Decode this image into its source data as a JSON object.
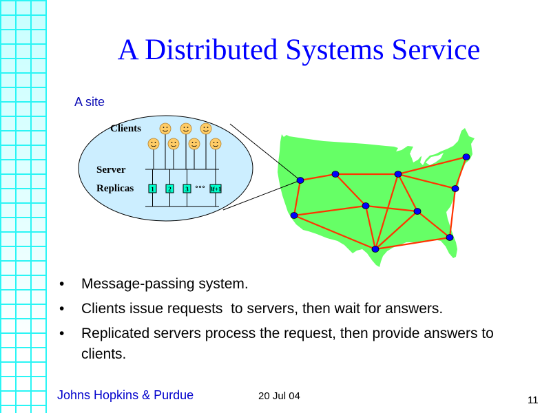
{
  "slide": {
    "title": "A Distributed Systems Service",
    "page_number": "11"
  },
  "diagram": {
    "site_label": "A site",
    "clients_label": "Clients",
    "server_label": "Server",
    "replicas_label": "Replicas",
    "replicas": [
      "1",
      "2",
      "3",
      "3f+1"
    ],
    "ellipsis": "°°°",
    "client_count": 7,
    "icons": {
      "client": "smiley-face-icon",
      "replica": "server-replica-box-icon",
      "node": "network-node-icon",
      "map": "us-map-icon"
    },
    "colors": {
      "site_fill": "#cceeff",
      "face_fill": "#ffcc66",
      "replica_fill": "#00ffcc",
      "map_fill": "#66ff66",
      "link": "#ff3300",
      "node": "#0000ff",
      "title": "#0000ff"
    },
    "network": {
      "nodes": [
        "A",
        "B",
        "C",
        "D",
        "E",
        "F",
        "G",
        "H",
        "I",
        "J"
      ],
      "links": [
        [
          "A",
          "B"
        ],
        [
          "B",
          "C"
        ],
        [
          "C",
          "D"
        ],
        [
          "C",
          "E"
        ],
        [
          "D",
          "E"
        ],
        [
          "A",
          "H"
        ],
        [
          "B",
          "F"
        ],
        [
          "F",
          "H"
        ],
        [
          "F",
          "G"
        ],
        [
          "F",
          "I"
        ],
        [
          "H",
          "I"
        ],
        [
          "C",
          "I"
        ],
        [
          "C",
          "G"
        ],
        [
          "G",
          "I"
        ],
        [
          "G",
          "J"
        ],
        [
          "E",
          "J"
        ],
        [
          "I",
          "J"
        ]
      ]
    }
  },
  "bullets": [
    "Message-passing system.",
    "Clients issue requests  to servers, then wait for answers.",
    "Replicated servers process the request, then provide answers to clients."
  ],
  "bullet_glyph": "•",
  "footer": {
    "organization": "Johns Hopkins & Purdue",
    "date": "20 Jul 04"
  }
}
